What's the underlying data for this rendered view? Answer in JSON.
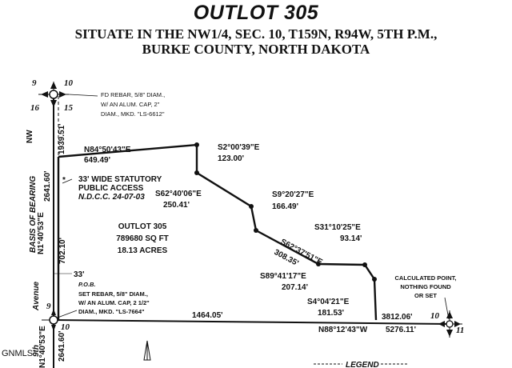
{
  "title": "OUTLOT 305",
  "subtitle_lines": [
    "SITUATE IN THE NW1/4, SEC. 10, T159N, R94W, 5TH P.M.,",
    "BURKE COUNTY, NORTH DAKOTA"
  ],
  "section_corners": {
    "top": [
      "9",
      "10",
      "16",
      "15"
    ],
    "bottom_left": [
      "9",
      "10"
    ],
    "bottom_right": [
      "10",
      "11"
    ]
  },
  "notes": {
    "top_monument": [
      "FD REBAR, 5/8\" DIAM.,",
      "W/ AN ALUM. CAP, 2\"",
      "DIAM., MKD. \"LS-6612\""
    ],
    "pob_label": "P.O.B.",
    "pob_monument": [
      "SET REBAR, 5/8\" DIAM.,",
      "W/ AN ALUM. CAP, 2 1/2\"",
      "DIAM., MKD. \"LS-7664\""
    ],
    "access": [
      "33' WIDE STATUTORY",
      "PUBLIC ACCESS"
    ],
    "access_ref": "N.D.C.C. 24-07-03",
    "calculated_point": [
      "CALCULATED POINT,",
      "NOTHING FOUND",
      "OR SET"
    ],
    "basis_of_bearing": "BASIS OF BEARING",
    "nw": "NW",
    "avenue": "Avenue",
    "street_fragment": "9th",
    "legend": "LEGEND",
    "watermark": "GNMLS"
  },
  "outlot": {
    "name": "OUTLOT 305",
    "area_sqft": "789680 SQ FT",
    "area_acres": "18.13 ACRES"
  },
  "courses": [
    {
      "bearing": "N84°50'43\"E",
      "distance": "649.49'"
    },
    {
      "bearing": "S2°00'39\"E",
      "distance": "123.00'"
    },
    {
      "bearing": "S62°40'06\"E",
      "distance": "250.41'"
    },
    {
      "bearing": "S9°20'27\"E",
      "distance": "166.49'"
    },
    {
      "bearing": "S62°37'51\"E",
      "distance": "308.35'"
    },
    {
      "bearing": "S31°10'25\"E",
      "distance": "93.14'"
    },
    {
      "bearing": "S89°41'17\"E",
      "distance": "207.14'"
    },
    {
      "bearing": "S4°04'21\"E",
      "distance": "181.53'"
    }
  ],
  "section_line_labels": {
    "west_upper_distance": "1939.51'",
    "west_bearing": "N1°40'53\"E",
    "west_distance": "2641.60'",
    "west_offset": "702.10'",
    "road_width": "33'",
    "south_distance": "1464.05'",
    "south_right_distance": "3812.06'",
    "south_bearing": "N88°12'43\"W",
    "south_total": "5276.11'",
    "lower_west_bearing": "N1°40'53\"E",
    "lower_west_distance": "2641.60'"
  }
}
